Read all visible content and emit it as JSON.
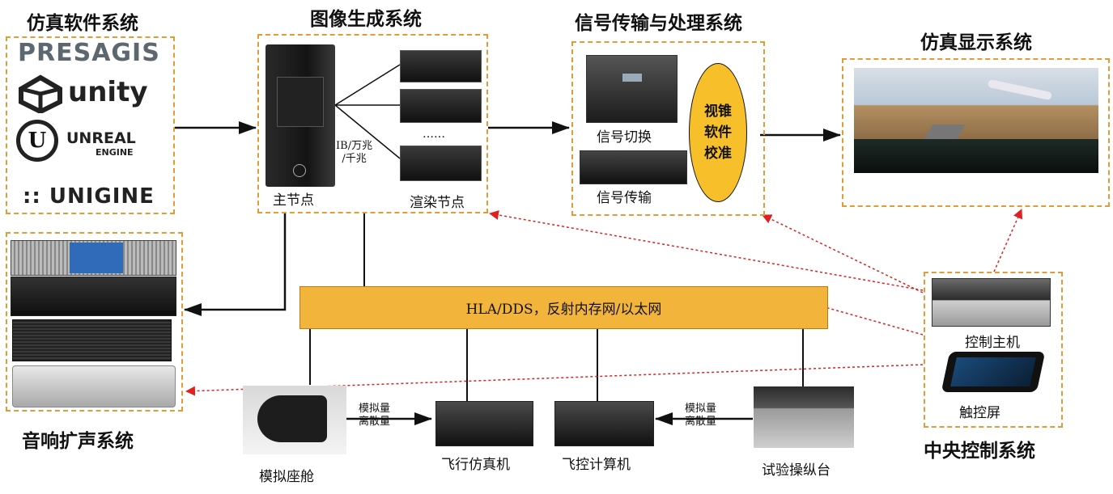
{
  "titles": {
    "software": "仿真软件系统",
    "image_gen": "图像生成系统",
    "signal": "信号传输与处理系统",
    "display": "仿真显示系统",
    "audio": "音响扩声系统",
    "central": "中央控制系统"
  },
  "software_logos": [
    "PRESAGIS",
    "unity",
    "UNREAL",
    "ENGINE",
    ":: UNIGINE"
  ],
  "image_gen": {
    "master_label": "主节点",
    "render_label": "渲染节点",
    "link_label": "IB/万兆\n/千兆",
    "ellipsis": "……"
  },
  "signal": {
    "switch_label": "信号切换",
    "transfer_label": "信号传输",
    "calibration_lines": [
      "视锥",
      "软件",
      "校准"
    ]
  },
  "bus_label": "HLA/DDS，反射内存网/以太网",
  "central": {
    "host_label": "控制主机",
    "touch_label": "触控屏"
  },
  "bottom": {
    "cockpit": "模拟座舱",
    "flight_sim": "飞行仿真机",
    "flight_ctrl": "飞控计算机",
    "console": "试验操纵台",
    "signal_left": "模拟量\n离散量",
    "signal_right": "模拟量\n离散量"
  },
  "colors": {
    "dash_border": "#e59a35",
    "bus_fill": "#f3b43c",
    "ellipse_fill": "#f7c02a",
    "red_dotted": "#e02020"
  }
}
